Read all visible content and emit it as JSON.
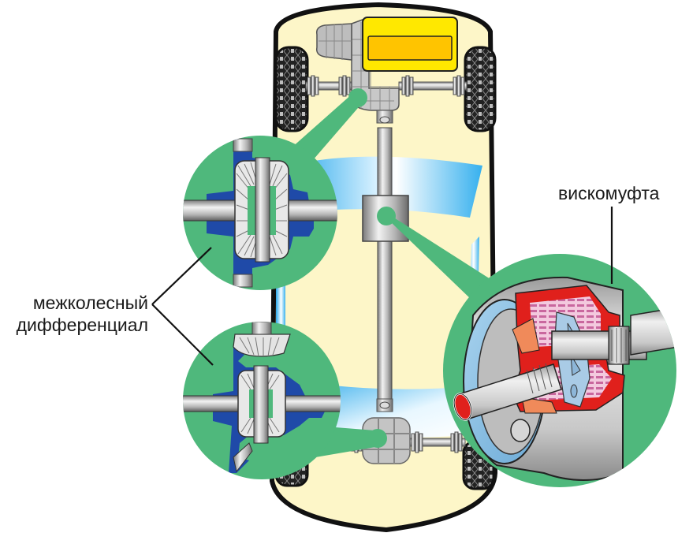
{
  "diagram": {
    "title": "Awd drivetrain with viscous coupling",
    "labels": {
      "differential_line1": "межколесный",
      "differential_line2": "дифференциал",
      "viscous_coupling": "вискомуфта"
    },
    "colors": {
      "callout_green": "#4fb87c",
      "body_fill": "#fdf6c8",
      "housing_blue": "#1f4aa8",
      "coupling_red": "#e0201c",
      "plates_pink": "#d88ab4",
      "glass_blue": "#3fb4ee",
      "engine_yellow": "#ffe800",
      "engine_orange": "#ffc400"
    }
  }
}
